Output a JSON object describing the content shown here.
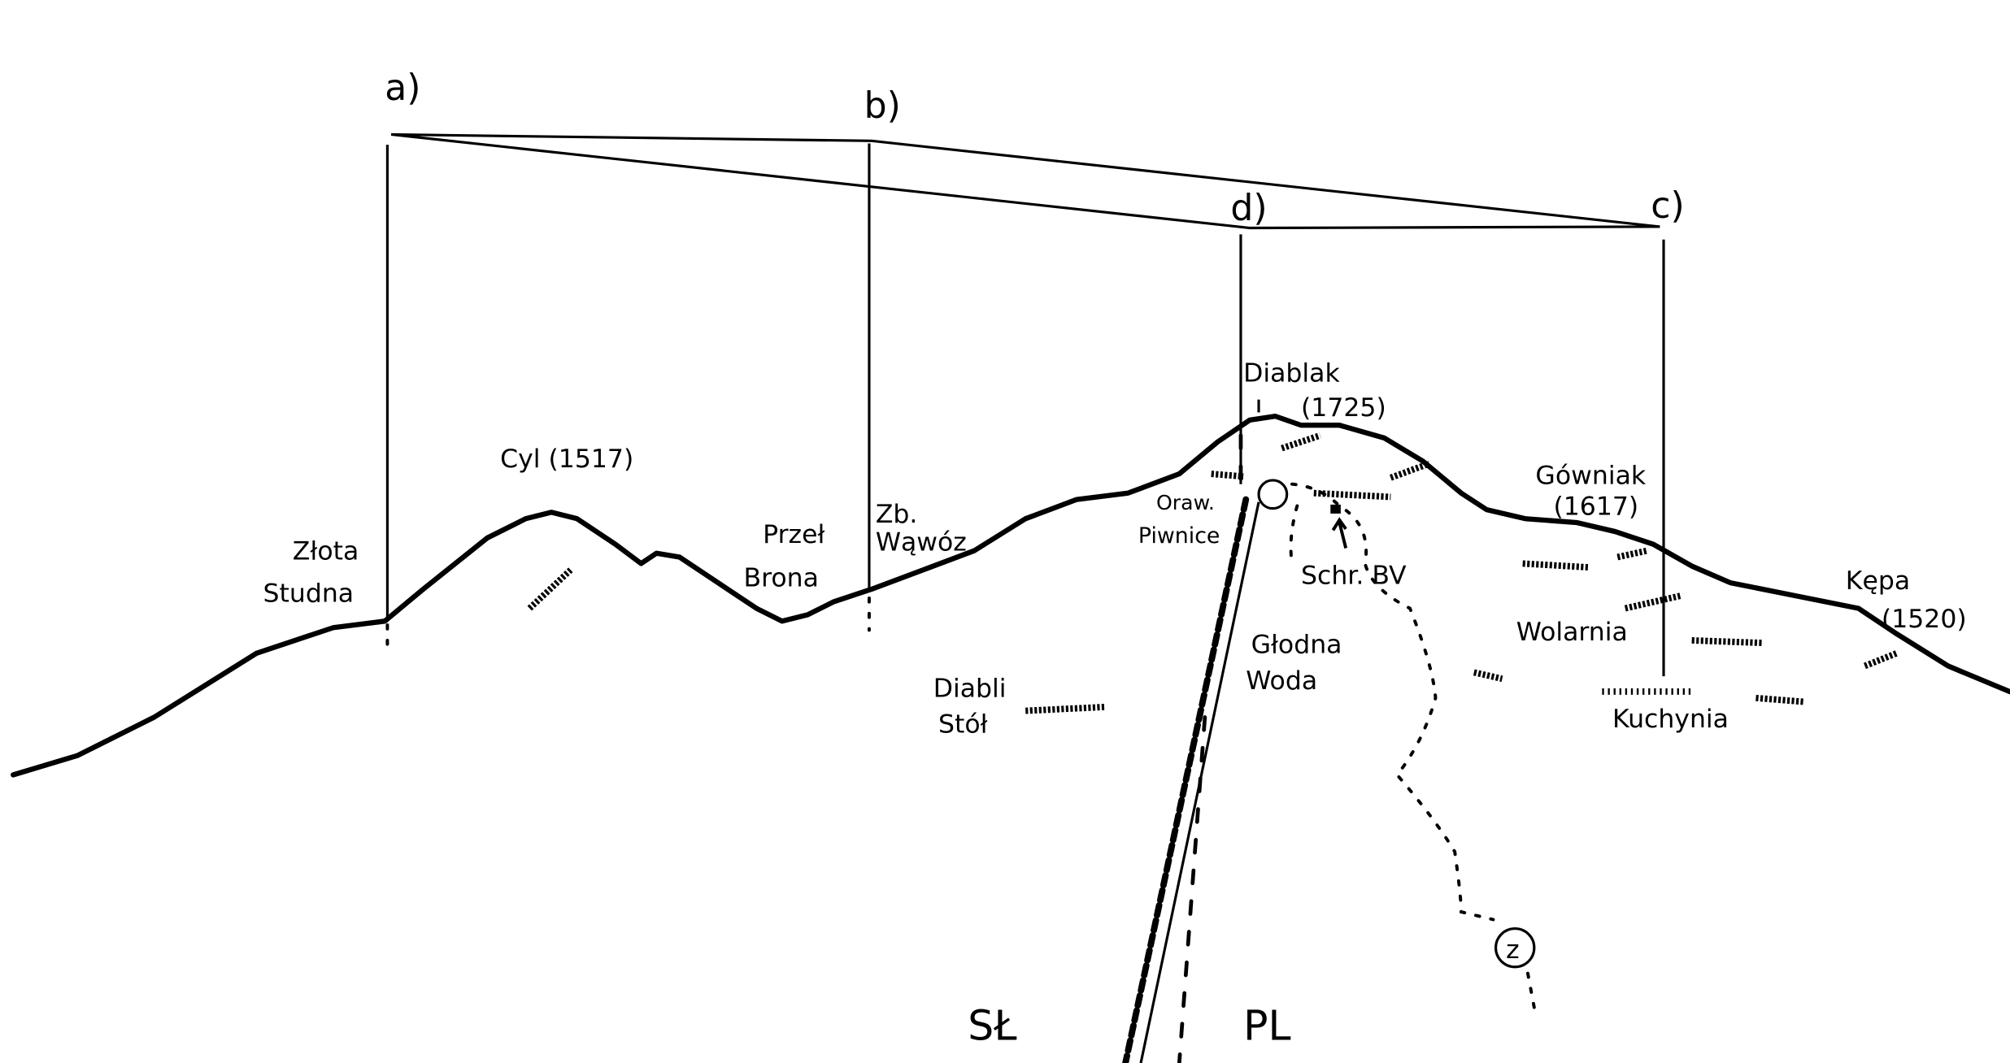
{
  "points": {
    "a": "a)",
    "b": "b)",
    "c": "c)",
    "d": "d)"
  },
  "peaks": {
    "cyl": "Cyl (1517)",
    "diablak_name": "Diablak",
    "diablak_height": "(1725)",
    "gowniak_name": "Gówniak",
    "gowniak_height": "(1617)",
    "kepa_name": "Kępa",
    "kepa_height": "(1520)"
  },
  "places": {
    "zlota_1": "Złota",
    "zlota_2": "Studna",
    "przel_1": "Przeł",
    "przel_2": "Brona",
    "wawoz_1": "Zb.",
    "wawoz_2": "Wąwóz",
    "diabli_1": "Diabli",
    "diabli_2": "Stół",
    "oraw_1": "Oraw.",
    "oraw_2": "Piwnice",
    "schr": "Schr. BV",
    "glodna_1": "Głodna",
    "glodna_2": "Woda",
    "wolarnia": "Wolarnia",
    "kuchynia": "Kuchynia",
    "z_marker": "z"
  },
  "countries": {
    "sk": "SŁ",
    "pl": "PL"
  }
}
